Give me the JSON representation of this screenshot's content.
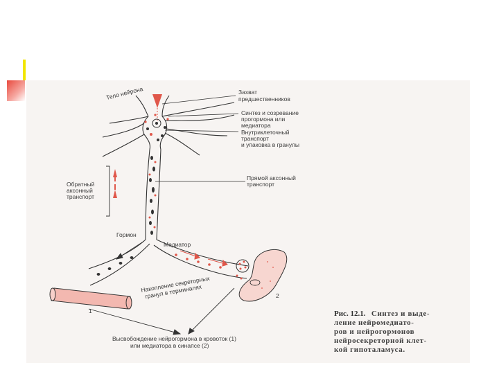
{
  "figure": {
    "labels": {
      "cell_body": "Тело нейрона",
      "uptake_1": "Захват",
      "uptake_2": "предшественников",
      "synthesis_1": "Синтез и созревание",
      "synthesis_2": "прогормона или",
      "synthesis_3": "медиатора",
      "intracellular_1": "Внутриклеточный",
      "intracellular_2": "транспорт",
      "intracellular_3": "и упаковка в гранулы",
      "retrograde_1": "Обратный",
      "retrograde_2": "аксонный",
      "retrograde_3": "транспорт",
      "anterograde_1": "Прямой аксонный",
      "anterograde_2": "транспорт",
      "hormone": "Гормон",
      "mediator": "Медиатор",
      "accumulation_1": "Накопление секреторных",
      "accumulation_2": "гранул в терминалях",
      "num_1": "1",
      "num_2": "2",
      "release_1": "Высвобождение нейрогормона в кровоток (1)",
      "release_2": "или медиатора в синапсе (2)"
    },
    "caption": {
      "line1_prefix": "Рис. 12.1.",
      "line1_rest": "Синтез и выде-",
      "line2": "ление нейромедиато-",
      "line3": "ров и нейрогормонов",
      "line4": "нейросекреторной клет-",
      "line5": "кой гипоталамуса."
    }
  },
  "colors": {
    "accent_bar": "#f2e600",
    "corner_mark": "#e84a3e",
    "ink": "#333333",
    "red": "#e0574a",
    "blood_vessel": "#f3b8b0"
  }
}
